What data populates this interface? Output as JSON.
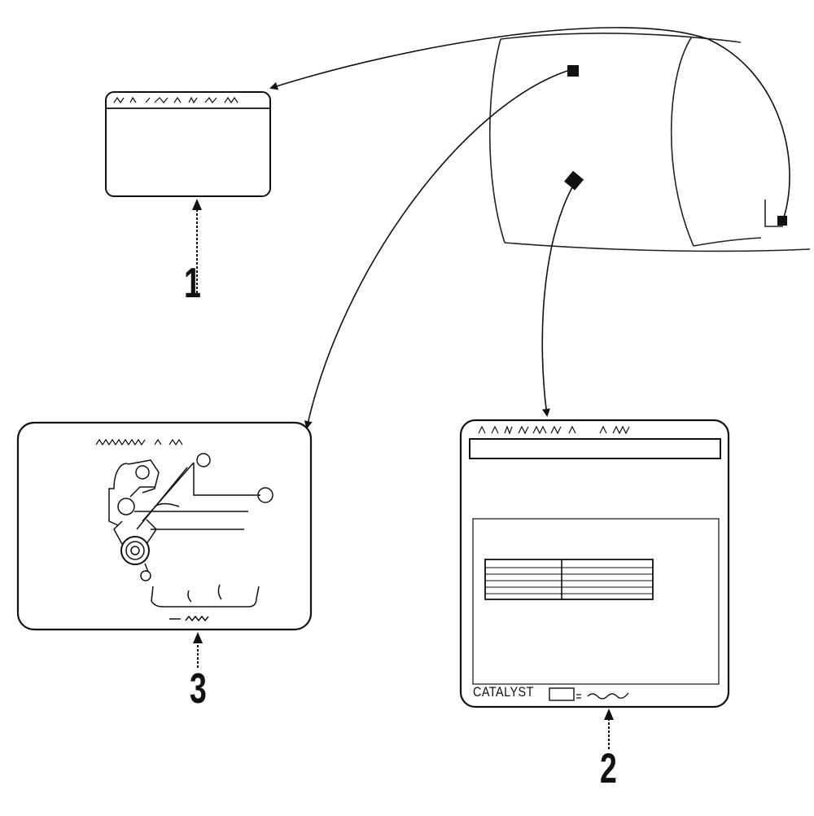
{
  "diagram": {
    "callouts": [
      {
        "id": "1",
        "label": "1"
      },
      {
        "id": "2",
        "label": "2"
      },
      {
        "id": "3",
        "label": "3"
      }
    ],
    "label_2_footer": "CATALYST"
  }
}
